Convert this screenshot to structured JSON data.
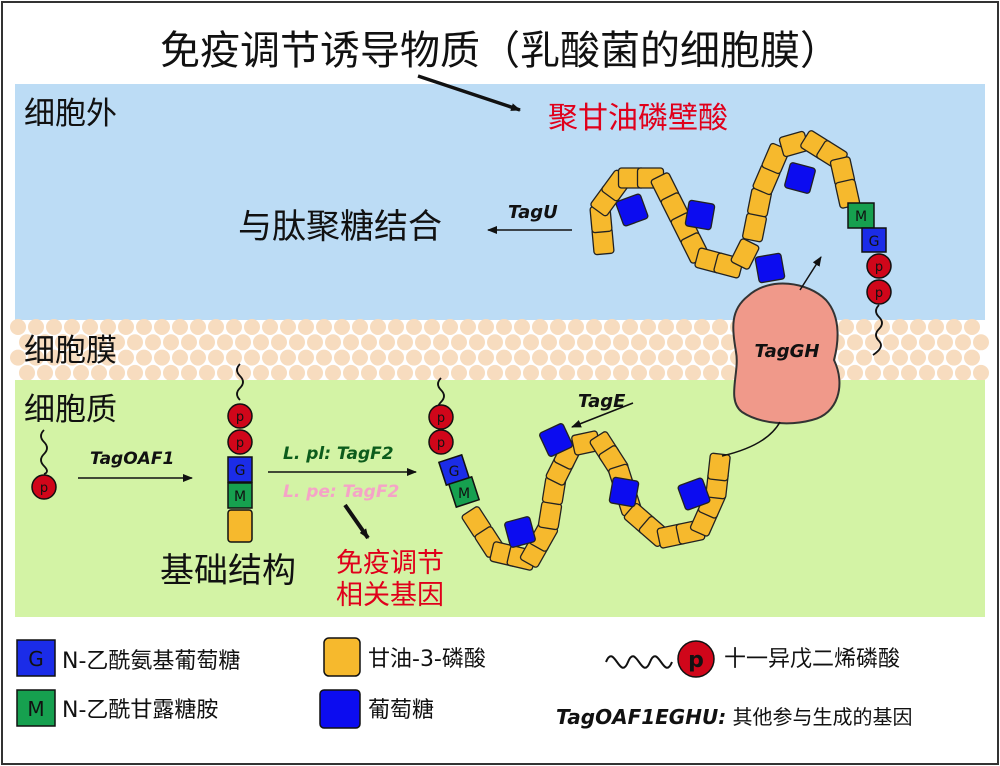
{
  "title": "免疫调节诱导物质（乳酸菌的细胞膜）",
  "regions": {
    "outside": "细胞外",
    "membrane": "细胞膜",
    "cytoplasm": "细胞质"
  },
  "labels": {
    "lta": "聚甘油磷壁酸",
    "peptidoglycan": "与肽聚糖结合",
    "base_structure": "基础结构",
    "immune_line1": "免疫调节",
    "immune_line2": "相关基因"
  },
  "genes": {
    "tagU": "TagU",
    "tagGH": "TagGH",
    "tagE": "TagE",
    "tagOAF1": "TagOAF1",
    "lpl": "L. pl: TagF2",
    "lpe": "L. pe: TagF2"
  },
  "glyphs": {
    "G": "G",
    "M": "M",
    "p": "p"
  },
  "legend": {
    "glcnac": "N-乙酰氨基葡萄糖",
    "mannac": "N-乙酰甘露糖胺",
    "glycerol_phosphate": "甘油-3-磷酸",
    "glucose": "葡萄糖",
    "undecaprenyl": "十一异戊二烯磷酸",
    "genes_bold": "TagOAF1EGHU:",
    "genes_rest": " 其他参与生成的基因"
  },
  "colors": {
    "outside_bg": "#bcdcf5",
    "cytoplasm_bg": "#d3f3a5",
    "membrane_bead": "#f7dcbf",
    "glycerol": "#f6b92d",
    "glucose": "#0c0cf0",
    "G_box": "#1b2ce8",
    "M_box": "#16a04f",
    "phosphate": "#d0061a",
    "tagGH": "#f0998a"
  }
}
